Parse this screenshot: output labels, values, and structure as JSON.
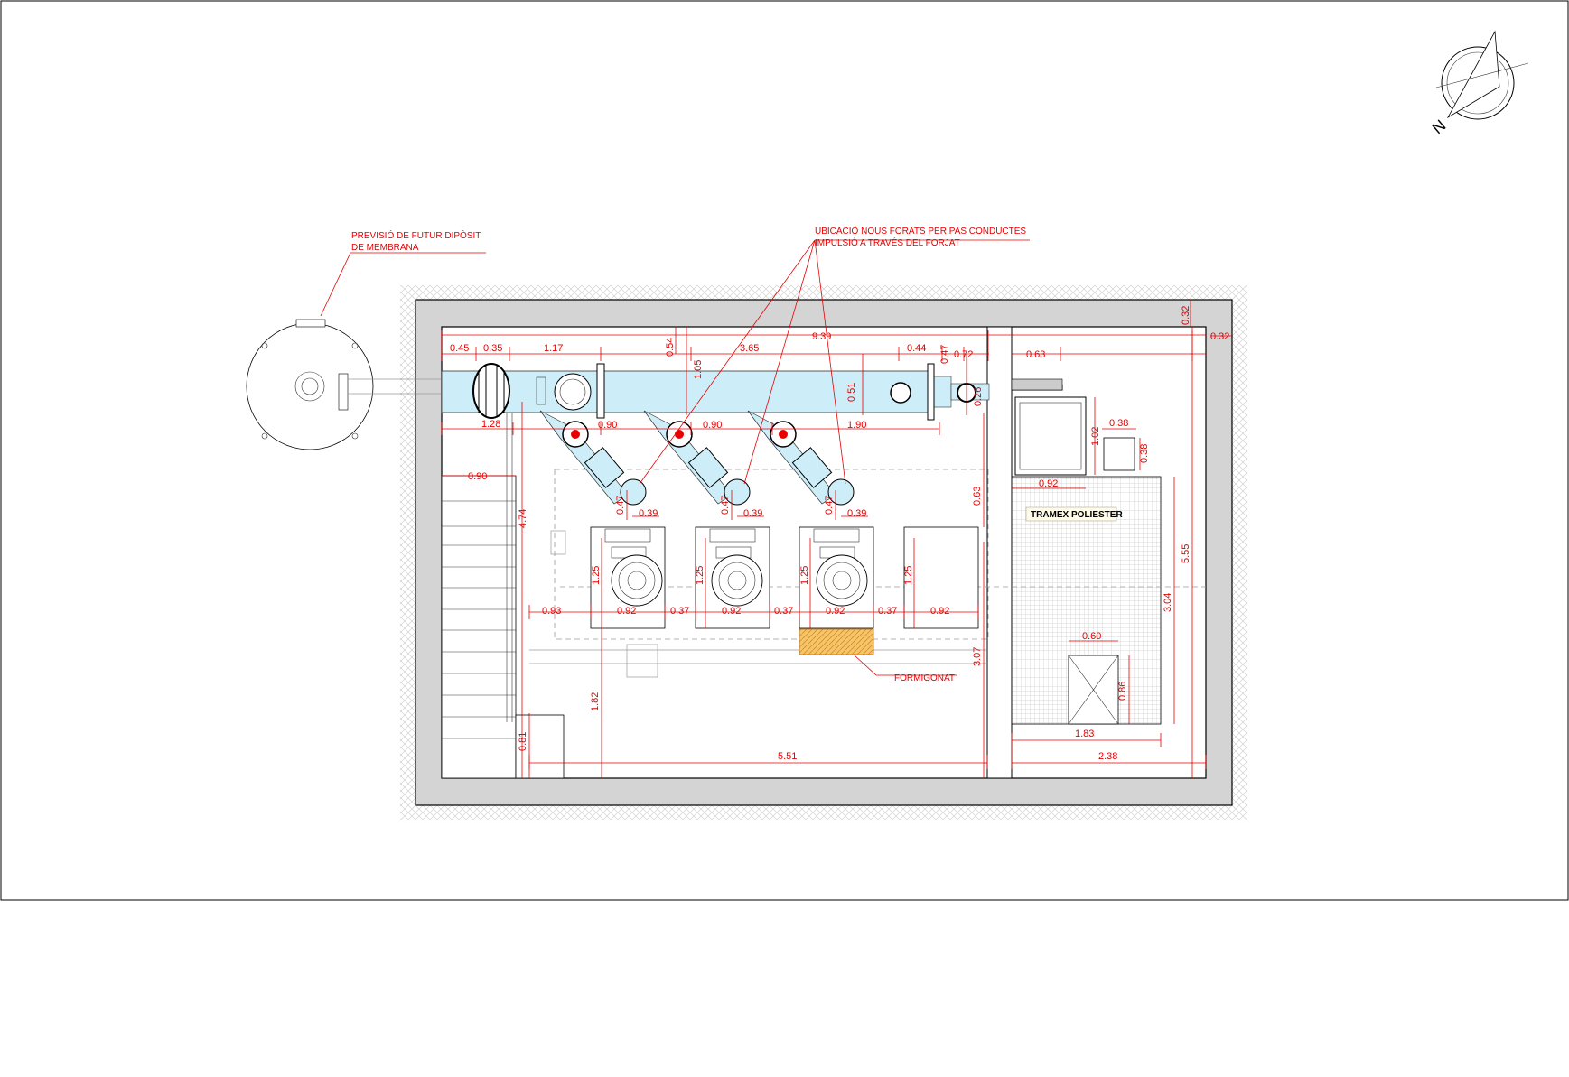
{
  "annotations": {
    "membrane_tank_note": [
      "PREVISIÓ DE FUTUR DIPÒSIT",
      "DE MEMBRANA"
    ],
    "holes_note": [
      "UBICACIÓ NOUS FORATS PER PAS CONDUCTES",
      "IMPULSIÓ A TRAVÉS DEL FORJAT"
    ],
    "grating_label": "TRAMEX POLIESTER",
    "concrete_label": "FORMIGONAT",
    "north_label": "N"
  },
  "colors": {
    "dimension": "#e60000",
    "pipe_fill": "#cdeef8",
    "concrete": "#f0a030",
    "wall": "#cfcfcf"
  },
  "dimensions": {
    "top_045": "0.45",
    "top_035": "0.35",
    "top_117": "1.17",
    "top_054": "0.54",
    "top_365": "3.65",
    "top_939": "9.39",
    "top_044": "0.44",
    "top_047": "0.47",
    "top_072": "0.72",
    "top_063": "0.63",
    "top_032a": "0.32",
    "top_032b": "0.32",
    "v_105": "1.05",
    "v_051": "0.51",
    "v_026": "0.26",
    "h_128": "1.28",
    "h_090a": "0.90",
    "h_090b": "0.90",
    "h_190": "1.90",
    "h_038": "0.38",
    "v_102": "1.02",
    "v_038": "0.38",
    "left_090": "0.90",
    "v_474": "4.74",
    "v_063": "0.63",
    "h_092_top": "0.92",
    "p1_047": "0.47",
    "p1_039": "0.39",
    "p2_047": "0.47",
    "p2_039": "0.39",
    "p3_047": "0.47",
    "p3_039": "0.39",
    "p1_125": "1.25",
    "p2_125": "1.25",
    "p3_125": "1.25",
    "p4_125": "1.25",
    "h_093": "0.93",
    "p1_092": "0.92",
    "h_037a": "0.37",
    "p2_092": "0.92",
    "h_037b": "0.37",
    "p3_092": "0.92",
    "h_037c": "0.37",
    "p4_092": "0.92",
    "v_555": "5.55",
    "v_304": "3.04",
    "h_060": "0.60",
    "v_086": "0.86",
    "v_307": "3.07",
    "v_182": "1.82",
    "v_081": "0.81",
    "h_183": "1.83",
    "h_551": "5.51",
    "h_238": "2.38"
  }
}
